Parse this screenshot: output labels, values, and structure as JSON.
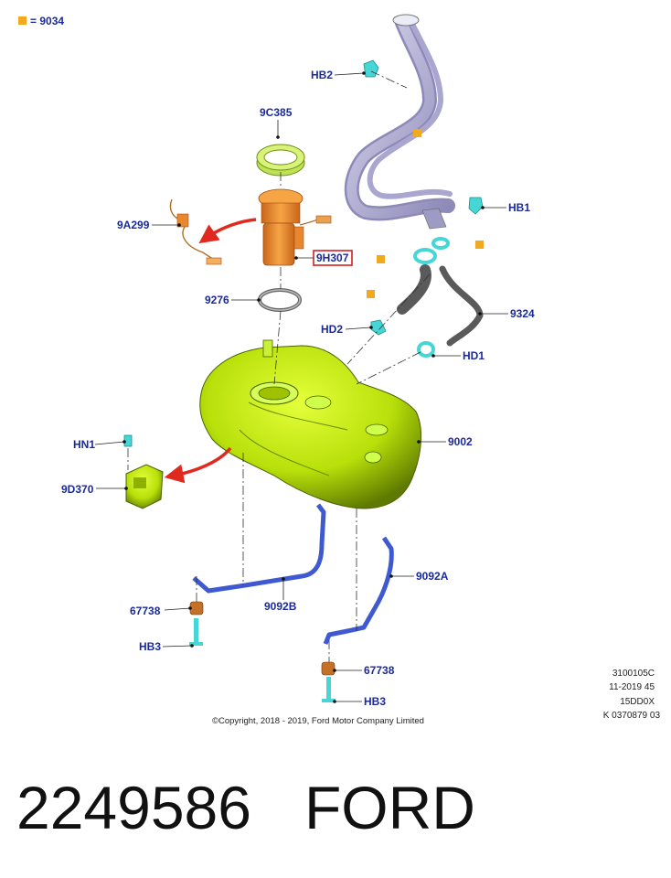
{
  "legend": {
    "symbol_color": "#f2a91e",
    "text": "= 9034"
  },
  "labels": {
    "hb2": "HB2",
    "c385": "9C385",
    "a299": "9A299",
    "h307": "9H307",
    "p9276": "9276",
    "hb1": "HB1",
    "hd2": "HD2",
    "p9324": "9324",
    "hd1": "HD1",
    "hn1": "HN1",
    "p9002": "9002",
    "d370": "9D370",
    "p9092a": "9092A",
    "p9092b": "9092B",
    "p67738_left": "67738",
    "hb3_left": "HB3",
    "p67738_right": "67738",
    "hb3_right": "HB3"
  },
  "reference": [
    "3100105C",
    "11-2019 45",
    "15DD0X",
    "K 0370879 03"
  ],
  "copyright": "©Copyright, 2018 - 2019, Ford Motor Company Limited",
  "footer": {
    "part_number": "2249586",
    "brand": "FORD"
  },
  "colors": {
    "label_text": "#1b2a9b",
    "highlight_box": "#d42020",
    "tank": "#b8e00a",
    "pump": "#f0902a",
    "filler_pipe": "#b6b3d6",
    "strap": "#3f5ad0",
    "clip": "#46d6d6",
    "arrow": "#e02a20"
  }
}
